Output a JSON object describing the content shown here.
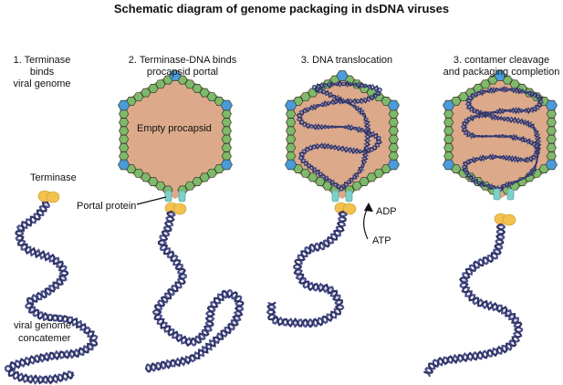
{
  "title": "Schematic diagram of genome packaging in dsDNA viruses",
  "steps": [
    {
      "line1": "1. Terminase binds",
      "line2": "viral genome"
    },
    {
      "line1": "2. Terminase-DNA binds",
      "line2": "procapsid portal"
    },
    {
      "line1": "3. DNA translocation",
      "line2": ""
    },
    {
      "line1": "3. contamer cleavage",
      "line2": "and packaging completion"
    }
  ],
  "labels": {
    "terminase": "Terminase",
    "genome_line1": "viral genome",
    "genome_line2": "concatemer",
    "empty_procapsid": "Empty procapsid",
    "portal_protein": "Portal protein",
    "adp": "ADP",
    "atp": "ATP"
  },
  "colors": {
    "capsid_fill": "#dcaa8a",
    "capsid_green": "#7fb96a",
    "capsid_blue": "#4a9bd8",
    "terminase": "#f2c14e",
    "portal": "#7fd0c8",
    "dna": "#4a4f8a"
  }
}
